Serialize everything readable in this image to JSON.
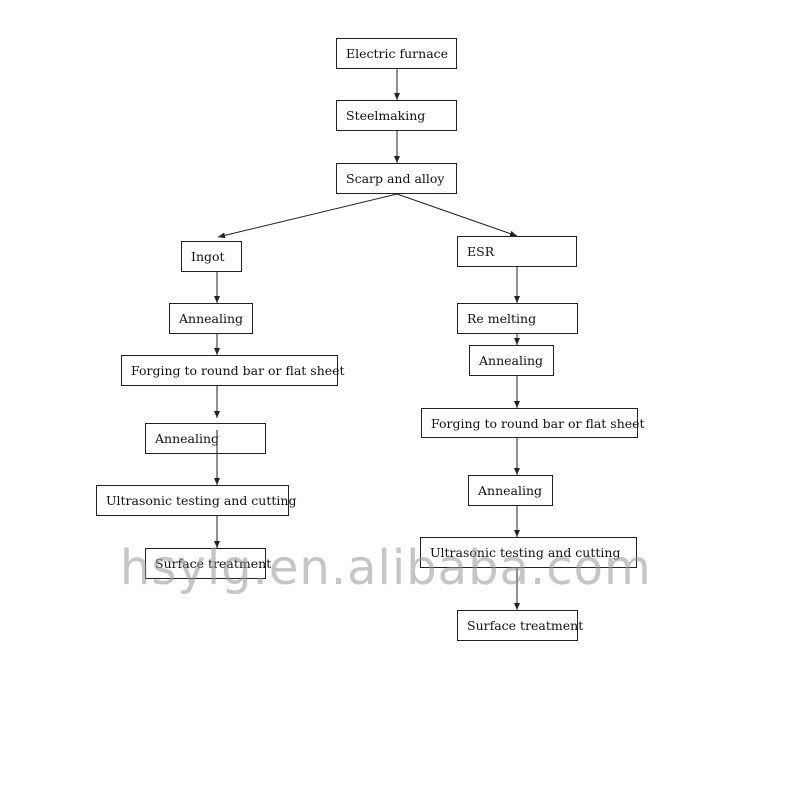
{
  "flowchart": {
    "top": {
      "furnace": "Electric furnace",
      "steelmaking": "Steelmaking",
      "scrap": "Scarp and alloy"
    },
    "left": {
      "ingot": "Ingot",
      "annealing1": "Annealing",
      "forging": "Forging to round bar or flat sheet",
      "annealing2": "Annealing",
      "ultrasonic": "Ultrasonic testing and cutting",
      "surface": "Surface treatment"
    },
    "right": {
      "esr": "ESR",
      "remelting": "Re melting",
      "annealing1": "Annealing",
      "forging": "Forging to round bar or flat sheet",
      "annealing2": "Annealing",
      "ultrasonic": "Ultrasonic testing and cutting",
      "surface": "Surface treatment"
    }
  },
  "watermark": "hsylg.en.alibaba.com",
  "colors": {
    "line": "#222222",
    "watermark": "#969696"
  }
}
